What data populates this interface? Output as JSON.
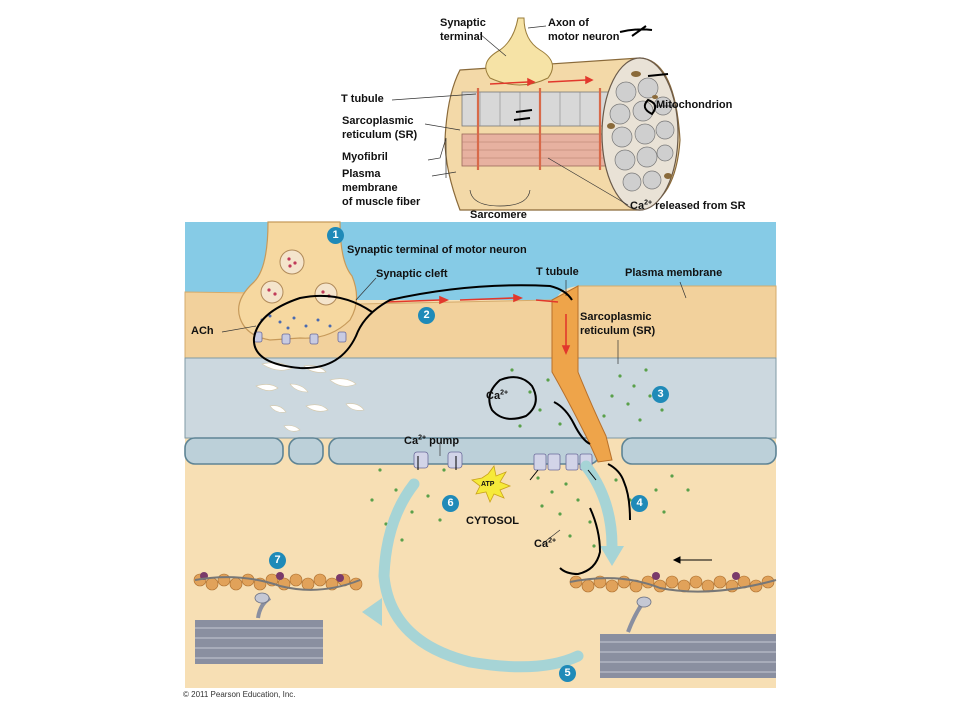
{
  "top_labels": {
    "synaptic_terminal": [
      "Synaptic",
      "terminal"
    ],
    "axon": [
      "Axon of",
      "motor neuron"
    ],
    "t_tubule": "T tubule",
    "sr": [
      "Sarcoplasmic",
      "reticulum (SR)"
    ],
    "myofibril": "Myofibril",
    "plasma_membrane": [
      "Plasma",
      "membrane",
      "of muscle fiber"
    ],
    "mitochondrion": "Mitochondrion",
    "sarcomere": "Sarcomere",
    "ca_released": "released from SR"
  },
  "main_labels": {
    "synaptic_terminal": "Synaptic terminal of motor neuron",
    "synaptic_cleft": "Synaptic cleft",
    "t_tubule": "T tubule",
    "plasma_membrane": "Plasma membrane",
    "sr": [
      "Sarcoplasmic",
      "reticulum (SR)"
    ],
    "ach": "ACh",
    "ca_pump": "pump",
    "atp": "ATP",
    "cytosol": "CYTOSOL"
  },
  "ion": {
    "base": "Ca",
    "charge": "2+"
  },
  "steps": [
    "1",
    "2",
    "3",
    "4",
    "5",
    "6",
    "7"
  ],
  "copyright": "© 2011 Pearson Education, Inc.",
  "colors": {
    "extracellular": "#86cbe6",
    "fiber": "#f7dfb4",
    "sr": "#ccd8df",
    "t_tubule": "#eea44a",
    "step_badge": "#1f8ab8",
    "ca_dot": "#5aa04a",
    "arrow": "#e2382c",
    "cycle_arrow": "#a6d4d6"
  }
}
